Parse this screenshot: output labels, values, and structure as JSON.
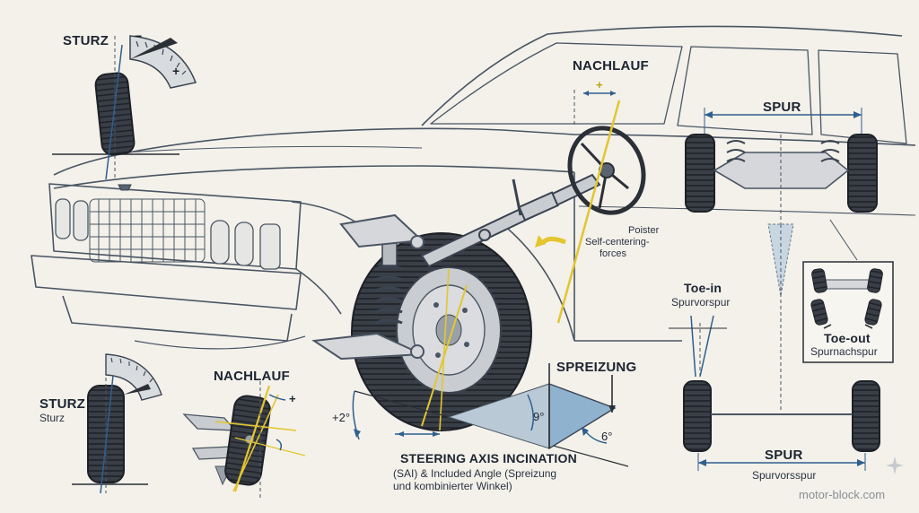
{
  "labels": {
    "sturz_top": "STURZ",
    "nachlauf_top": "NACHLAUF",
    "spur_top": "SPUR",
    "poister": "Poister",
    "self_centering": "Self-centering-",
    "forces": "forces",
    "toe_in": "Toe-in",
    "toe_in_sub": "Spurvorspur",
    "toe_out": "Toe-out",
    "toe_out_sub": "Spurnachspur",
    "sturz_bottom": "STURZ",
    "sturz_bottom_sub": "Sturz",
    "nachlauf_bottom": "NACHLAUF",
    "spreizung": "SPREIZUNG",
    "plus2": "+2°",
    "deg9": "9°",
    "deg6": "6°",
    "sai_title": "STEERING AXIS INCINATION",
    "sai_line1": "(SAI) & Included Angle (Spreizung",
    "sai_line2": "und kombinierter Winkel)",
    "spur_bottom": "SPUR",
    "spur_bottom_sub": "Spurvorsspur",
    "gauge_minus": "−",
    "gauge_plus": "+",
    "nach_plus": "+",
    "watermark": "motor-block.com"
  },
  "colors": {
    "background": "#f3f1ea",
    "line": "#4a5563",
    "tire": "#2b2f36",
    "blue": "#2f5f8f",
    "yellow": "#e3c630",
    "wedge": "#8fb2cf"
  }
}
